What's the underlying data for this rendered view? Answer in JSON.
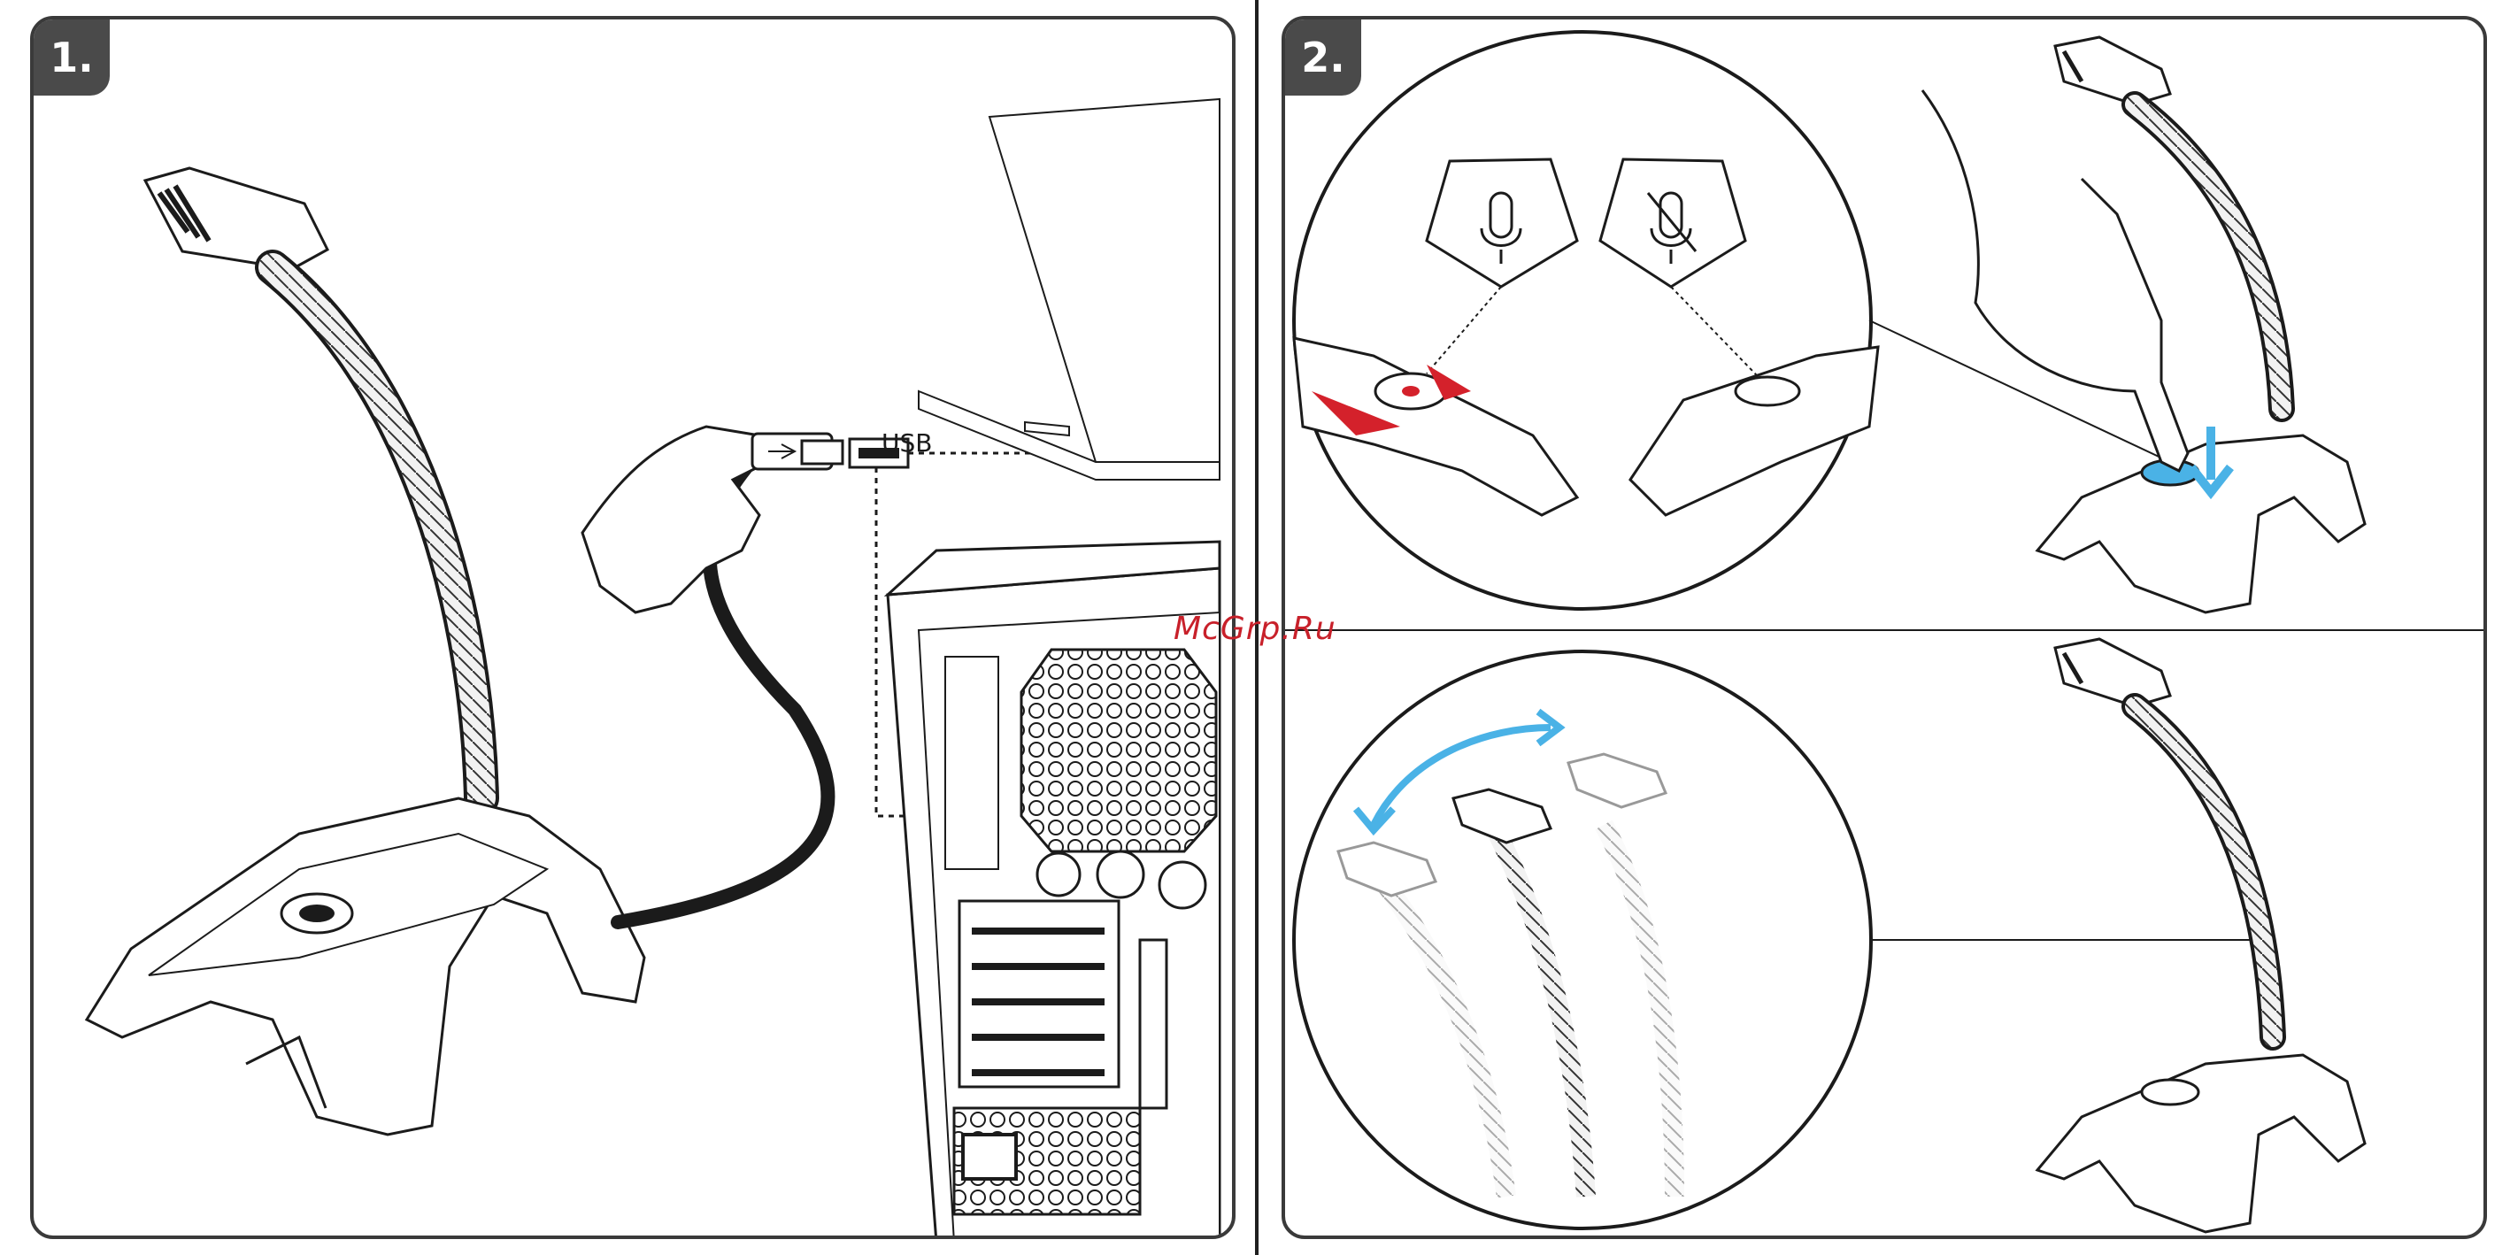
{
  "steps": [
    {
      "number": "1."
    },
    {
      "number": "2."
    }
  ],
  "labels": {
    "usb": "USB"
  },
  "watermark": "McGrp.Ru",
  "icons": {
    "mic_on": "microphone-icon",
    "mic_muted": "microphone-muted-icon"
  },
  "colors": {
    "line": "#1b1b1b",
    "accent_red": "#d4212b",
    "accent_blue": "#4ab2e6",
    "badge_bg": "#4a4a4a"
  }
}
